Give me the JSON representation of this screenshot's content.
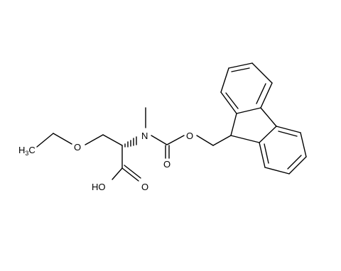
{
  "atoms": {
    "ch3_main": "H",
    "ch3_sub_digit": "3",
    "ch3_tail": "C",
    "ether_o": "O",
    "acid_oh": "HO",
    "acid_carbonyl_o": "O",
    "amine_n": "N",
    "n_methyl_label": "",
    "carbamate_carbonyl_o": "O",
    "carbamate_ester_o": "O"
  },
  "colors": {
    "bond": "#000000",
    "text": "#000000",
    "background": "#ffffff"
  }
}
